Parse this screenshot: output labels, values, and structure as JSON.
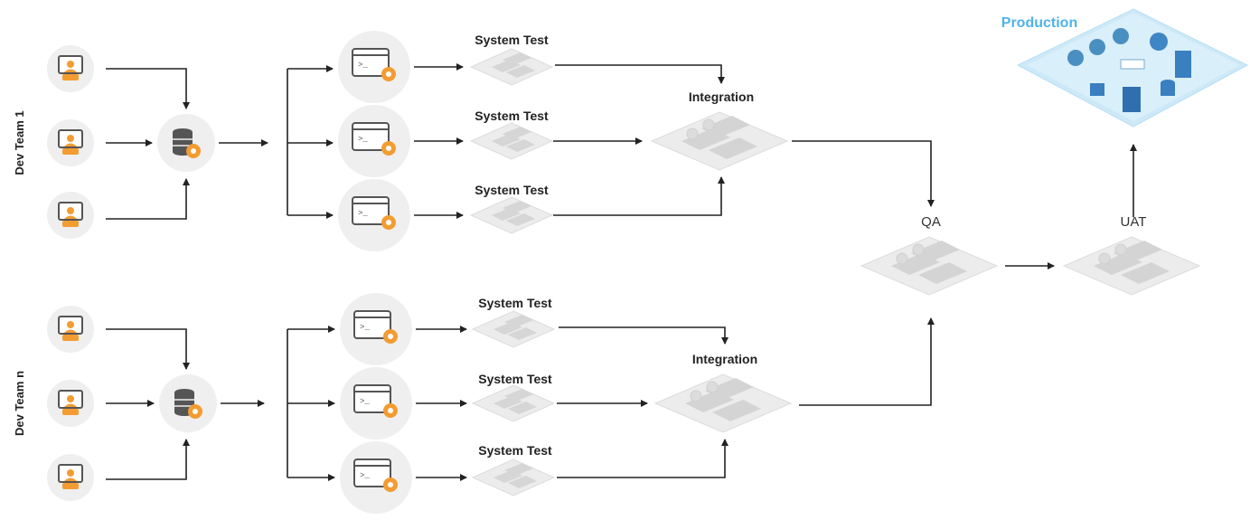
{
  "teams": [
    {
      "label": "Dev Team 1",
      "system_tests": [
        "System Test",
        "System Test",
        "System Test"
      ],
      "integration_label": "Integration"
    },
    {
      "label": "Dev Team n",
      "system_tests": [
        "System Test",
        "System Test",
        "System Test"
      ],
      "integration_label": "Integration"
    }
  ],
  "environments": {
    "qa": "QA",
    "uat": "UAT",
    "production": "Production"
  },
  "colors": {
    "orange": "#f39c32",
    "circle_bg": "#efefef",
    "line": "#222222",
    "server_gray": "#e6e6e6",
    "production_blue": "#bfe3f6",
    "production_text": "#4fb3e8"
  },
  "icons": {
    "developer": "developer-monitor-icon",
    "repository": "database-gear-icon",
    "build": "terminal-window-gear-icon",
    "environment": "server-rack-icon"
  }
}
